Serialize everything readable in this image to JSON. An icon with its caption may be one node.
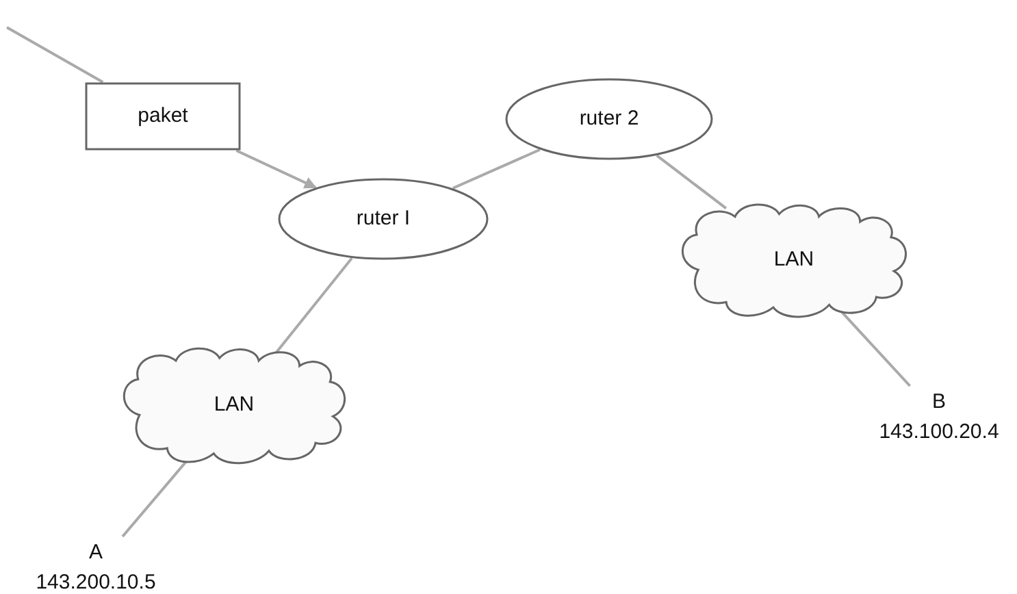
{
  "diagram": {
    "nodes": [
      {
        "text": [
          "paket"
        ]
      },
      {
        "text": [
          "ruter I"
        ]
      },
      {
        "text": [
          "ruter 2"
        ]
      },
      {
        "text": [
          "LAN"
        ]
      },
      {
        "text": [
          "LAN"
        ]
      },
      {
        "text": [
          "B",
          "143.100.20.4"
        ]
      },
      {
        "text": [
          "A",
          "143.200.10.5"
        ]
      }
    ],
    "edges": [
      {
        "from": null,
        "to": 0,
        "arrow": "none"
      },
      {
        "from": 0,
        "to": 1,
        "arrow": "to"
      },
      {
        "from": 1,
        "to": 2,
        "arrow": "none"
      },
      {
        "from": 2,
        "to": 3,
        "arrow": "none"
      },
      {
        "from": 3,
        "to": 5,
        "arrow": "none"
      },
      {
        "from": 1,
        "to": 4,
        "arrow": "none"
      },
      {
        "from": 4,
        "to": 6,
        "arrow": "none"
      }
    ]
  }
}
